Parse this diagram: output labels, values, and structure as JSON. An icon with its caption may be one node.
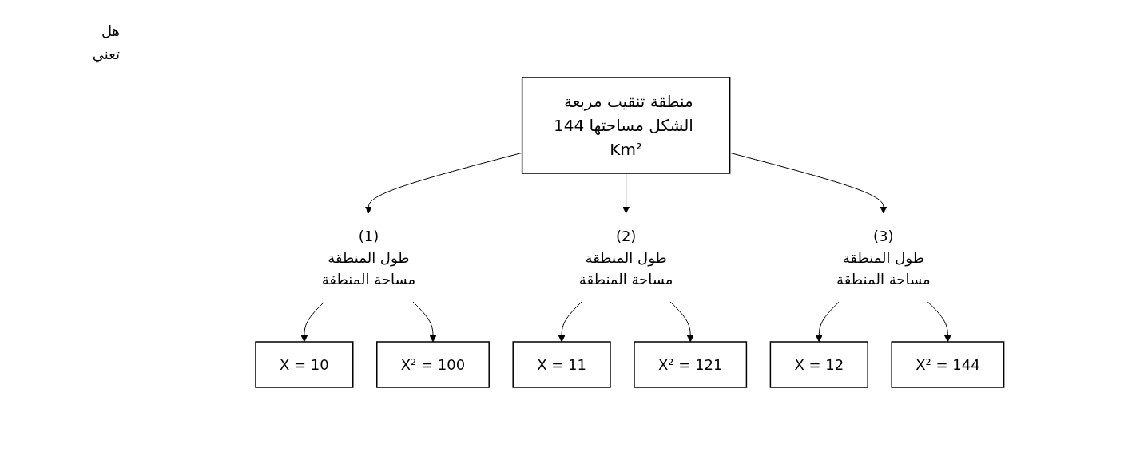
{
  "diagram": {
    "nodes": [
      {
        "text": [
          "منطقة تنقيب مربعة الشكل مساحتها 144 Km²"
        ]
      },
      {
        "text": [
          "طول المنطقة",
          "مساحة المنطقة"
        ],
        "beside": [
          "(1)"
        ]
      },
      {
        "text": [
          "طول المنطقة",
          "مساحة المنطقة"
        ],
        "beside": [
          "(2)"
        ]
      },
      {
        "text": [
          "طول المنطقة",
          "مساحة المنطقة"
        ],
        "beside": [
          "(3)"
        ]
      },
      {
        "text": [
          "X = 10"
        ]
      },
      {
        "text": [
          "X² = 100"
        ]
      },
      {
        "text": [
          "X = 11"
        ]
      },
      {
        "text": [
          "X² = 121"
        ]
      },
      {
        "text": [
          "X = 12"
        ]
      },
      {
        "text": [
          "X² = 144"
        ]
      }
    ],
    "edges": [
      {
        "from": 0,
        "to": 1,
        "arrow": "to"
      },
      {
        "from": 0,
        "to": 2,
        "arrow": "to"
      },
      {
        "from": 0,
        "to": 3,
        "arrow": "to"
      },
      {
        "from": 1,
        "to": 4,
        "arrow": "to"
      },
      {
        "from": 1,
        "to": 5,
        "arrow": "to"
      },
      {
        "from": 2,
        "to": 6,
        "arrow": "to"
      },
      {
        "from": 2,
        "to": 7,
        "arrow": "to"
      },
      {
        "from": 3,
        "to": 8,
        "arrow": "to"
      },
      {
        "from": 3,
        "to": 9,
        "arrow": "to"
      }
    ],
    "labels": [
      "هل",
      "تعني"
    ]
  }
}
